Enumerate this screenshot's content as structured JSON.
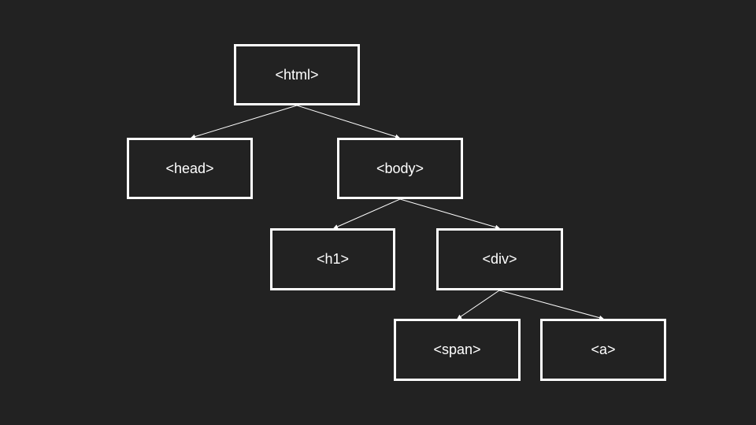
{
  "diagram": {
    "background": "#222222",
    "stroke_color": "#ffffff",
    "nodes": {
      "html": "<html>",
      "head": "<head>",
      "body": "<body>",
      "h1": "<h1>",
      "div": "<div>",
      "span": "<span>",
      "a": "<a>"
    },
    "edges": [
      {
        "from": "html",
        "to": "head"
      },
      {
        "from": "html",
        "to": "body"
      },
      {
        "from": "body",
        "to": "h1"
      },
      {
        "from": "body",
        "to": "div"
      },
      {
        "from": "div",
        "to": "span"
      },
      {
        "from": "div",
        "to": "a"
      }
    ]
  }
}
